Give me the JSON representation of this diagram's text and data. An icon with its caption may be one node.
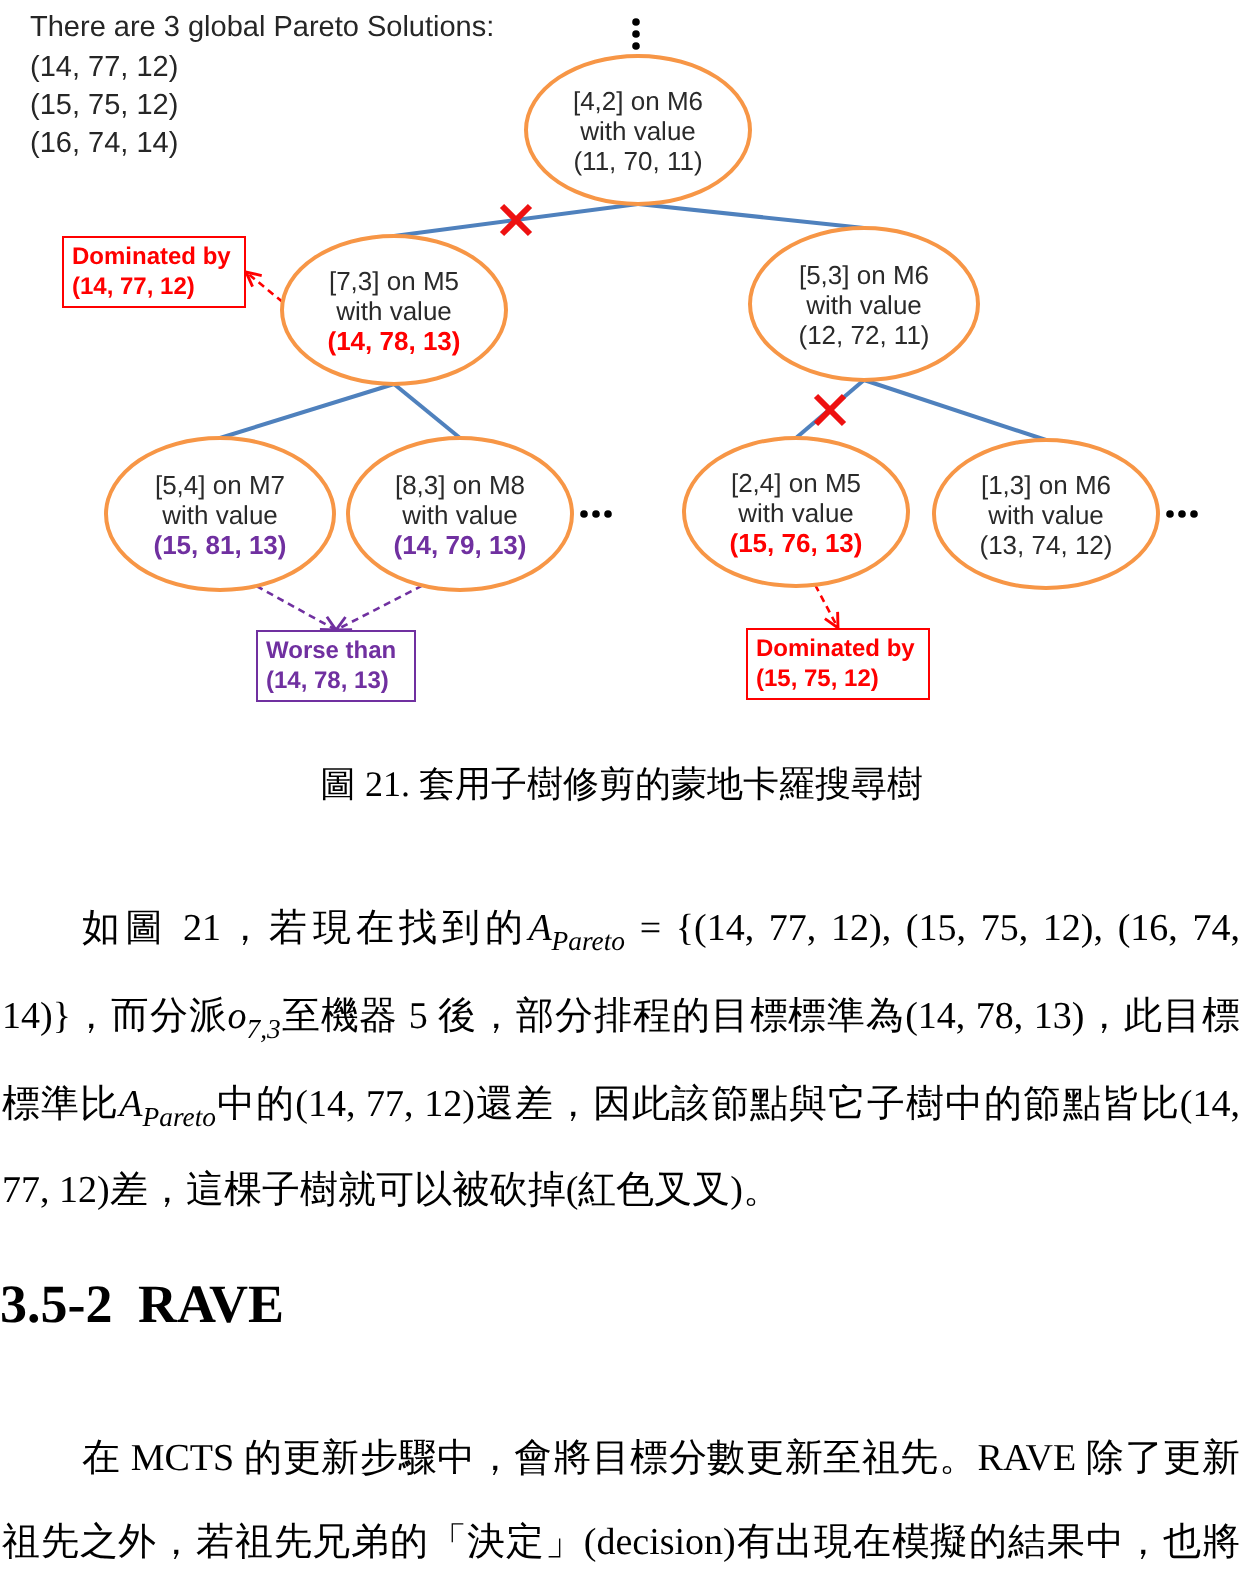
{
  "diagram": {
    "caption": "圖 21. 套用子樹修剪的蒙地卡羅搜尋樹",
    "nodes": [
      {
        "text": [
          "[4,2] on M6 with value",
          "(11, 70, 11)"
        ]
      },
      {
        "text": [
          "Dominated by (14, 77, 12)"
        ]
      },
      {
        "text": [
          "[7,3] on M5 with value",
          "(14, 78, 13)"
        ]
      },
      {
        "text": [
          "[5,3] on M6 with value",
          "(12, 72, 11)"
        ]
      },
      {
        "text": [
          "[5,4] on M7 with value",
          "(15, 81, 13)"
        ]
      },
      {
        "text": [
          "[8,3] on M8 with value",
          "(14, 79, 13)"
        ]
      },
      {
        "text": [
          "[2,4] on M5 with value",
          "(15, 76, 13)"
        ]
      },
      {
        "text": [
          "[1,3] on M6 with value",
          "(13, 74, 12)"
        ]
      },
      {
        "text": [
          "Worse than (14, 78, 13)"
        ]
      },
      {
        "text": [
          "Dominated by (15, 75, 12)"
        ]
      }
    ],
    "edges": [
      {
        "from": 0,
        "to": 2,
        "arrow": "none"
      },
      {
        "from": 0,
        "to": 3,
        "arrow": "none"
      },
      {
        "from": 2,
        "to": 4,
        "arrow": "none"
      },
      {
        "from": 2,
        "to": 5,
        "arrow": "none"
      },
      {
        "from": 3,
        "to": 6,
        "arrow": "none"
      },
      {
        "from": 3,
        "to": 7,
        "arrow": "none"
      },
      {
        "from": 2,
        "to": 1,
        "arrow": "to",
        "style": "dashed",
        "color": "#ff0000"
      },
      {
        "from": 4,
        "to": 8,
        "arrow": "to",
        "style": "dashed",
        "color": "#7030a0"
      },
      {
        "from": 5,
        "to": 8,
        "arrow": "to",
        "style": "dashed",
        "color": "#7030a0"
      },
      {
        "from": 6,
        "to": 9,
        "arrow": "to",
        "style": "dashed",
        "color": "#ff0000"
      }
    ],
    "labels": [
      "There are 3 global Pareto Solutions:",
      "(14, 77, 12)",
      "(15, 75, 12)",
      "(16, 74, 14)",
      "如圖 21，若現在找到的A$_{Pareto}$ = {(14, 77, 12), (15, 75, 12), (16, 74, 14)}，而分派o$_{7,3}$至機器 5 後，部分排程的目標標準為(14, 78, 13)，此目標標準比A$_{Pareto}$中的(14, 77, 12)還差，因此該節點與它子樹中的節點皆比(14, 77, 12)差，這棵子樹就可以被砍掉(紅色叉叉)。",
      "3.5-2 RAVE",
      "在 MCTS 的更新步驟中，會將目標分數更新至祖先。RAVE 除了更新祖先之外，若祖先兄弟的「決定」(decision)有出現在模擬的結果中，也將"
    ]
  }
}
